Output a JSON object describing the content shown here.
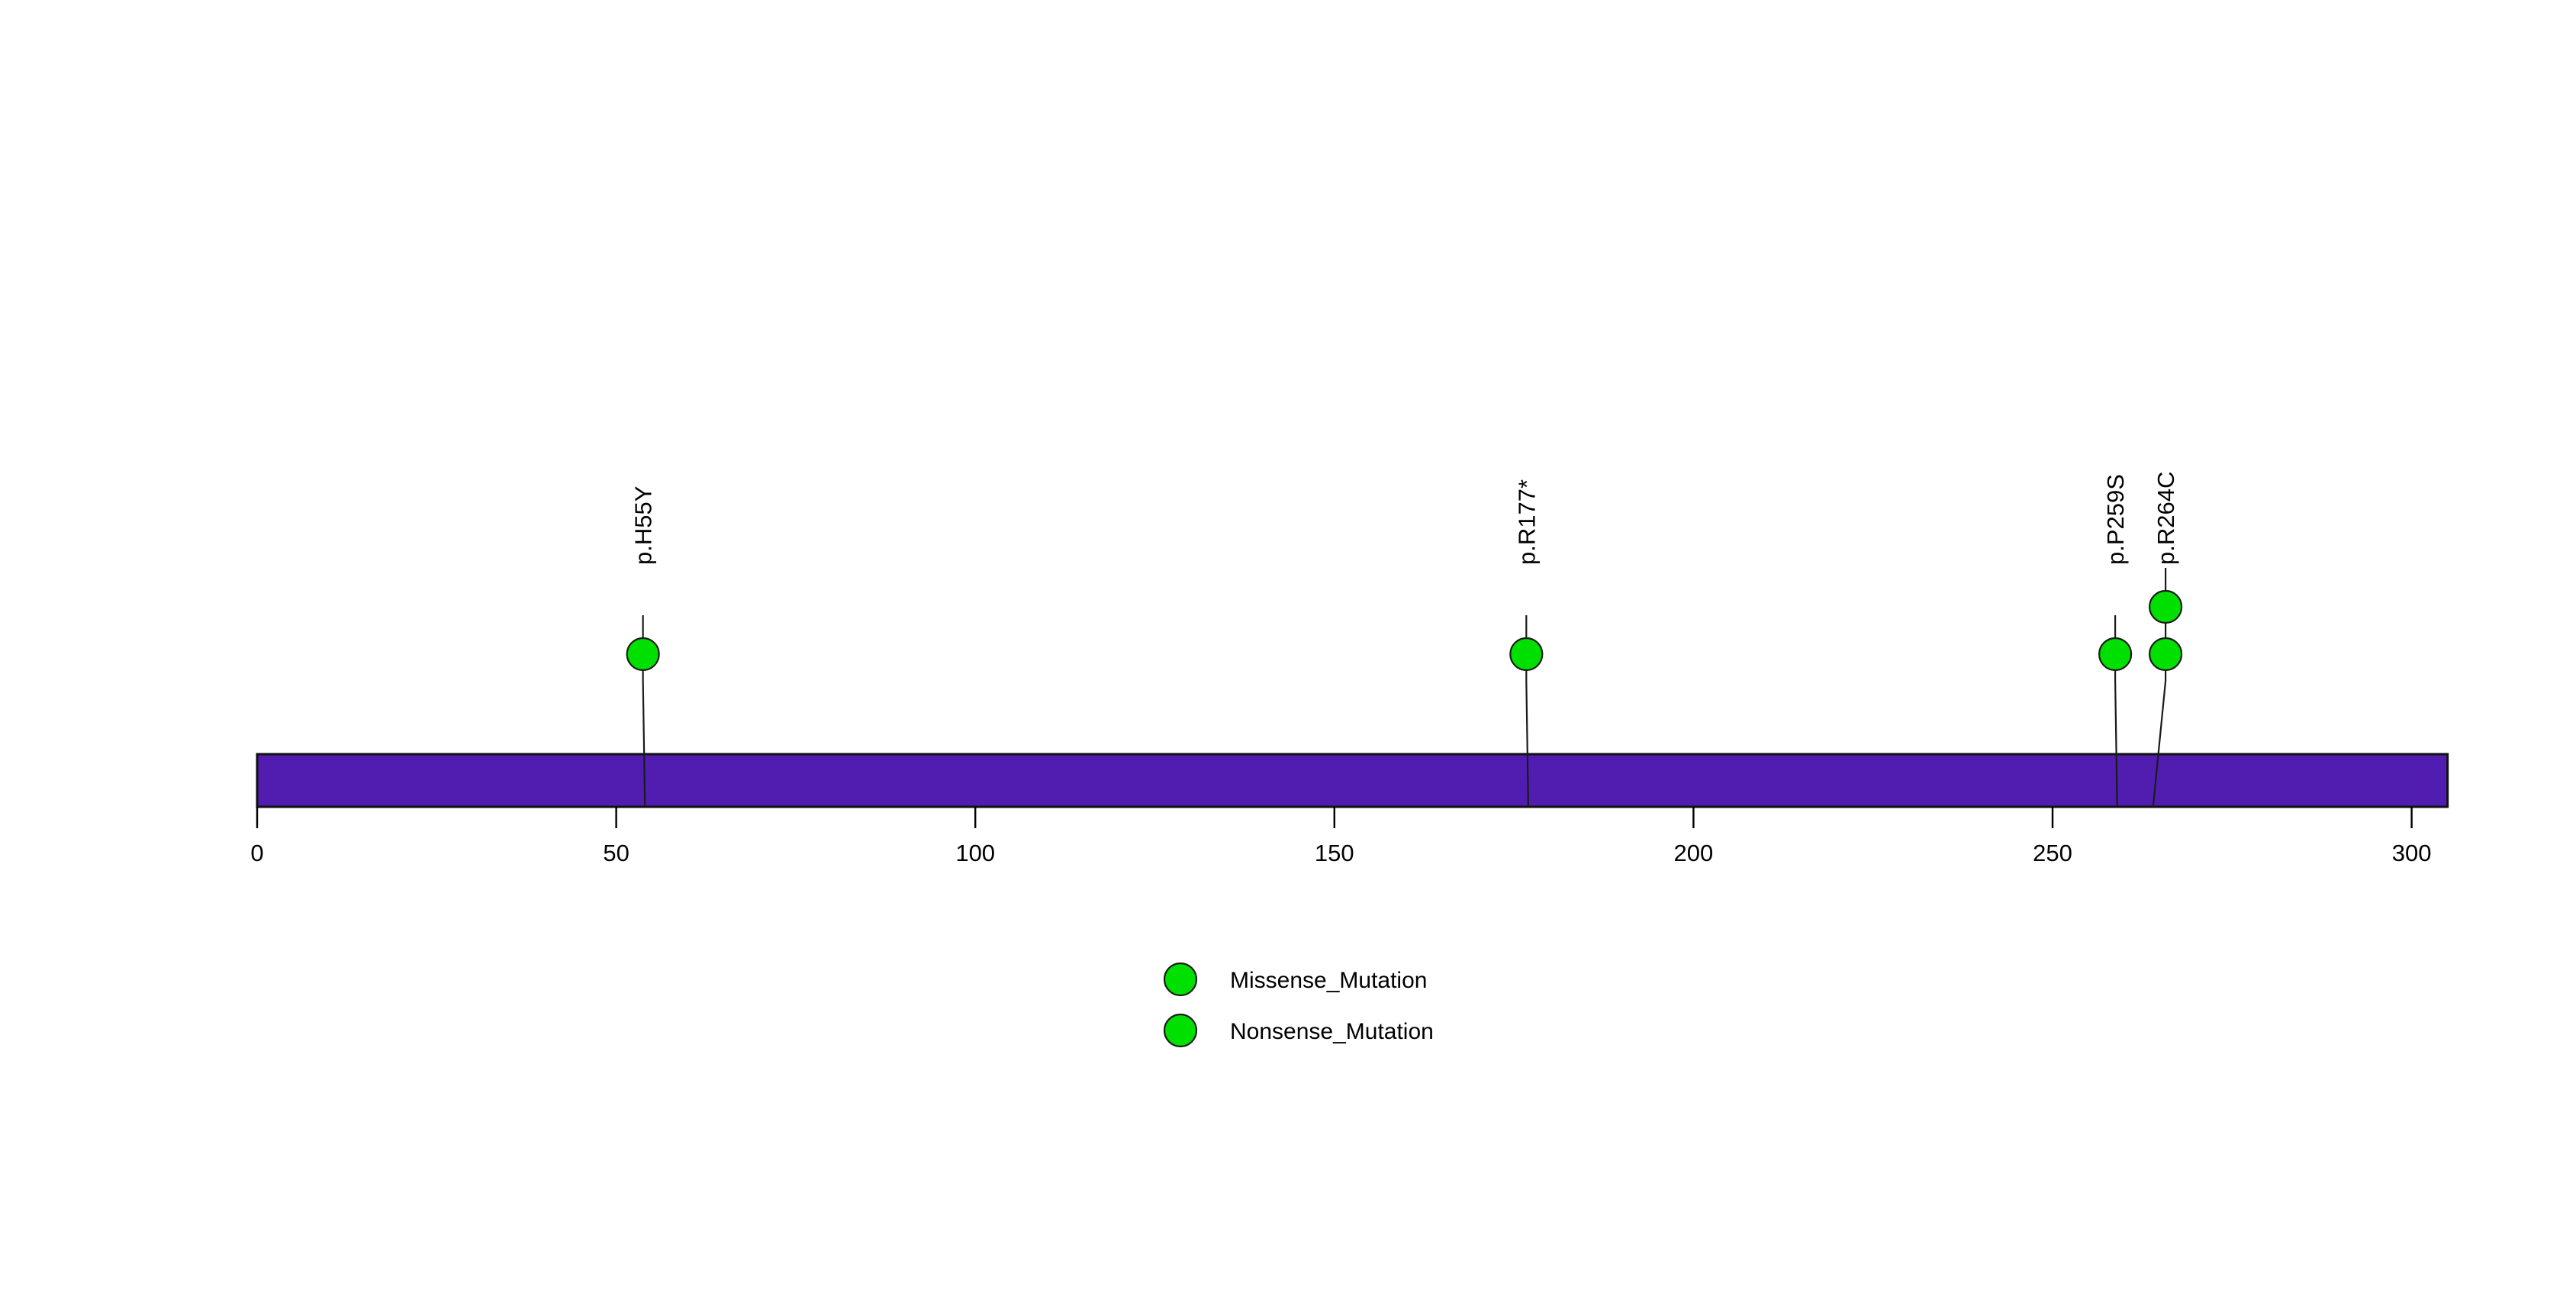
{
  "chart_data": {
    "type": "scatter",
    "plot_kind": "lollipop-mutation-diagram",
    "title": "",
    "xlabel": "",
    "ylabel": "",
    "xlim": [
      0,
      305
    ],
    "grid": false,
    "protein": {
      "length": 305,
      "bar_color": "#511DB0",
      "bar_start": 0,
      "bar_end": 305
    },
    "axis": {
      "ticks": [
        0,
        50,
        100,
        150,
        200,
        250,
        300
      ],
      "tick_labels": [
        "0",
        "50",
        "100",
        "150",
        "200",
        "250",
        "300"
      ]
    },
    "mutations": [
      {
        "label": "p.H55Y",
        "position": 54,
        "count": 1,
        "type": "Missense_Mutation",
        "color": "#00E000"
      },
      {
        "label": "p.R177*",
        "position": 177,
        "count": 1,
        "type": "Nonsense_Mutation",
        "color": "#00E000"
      },
      {
        "label": "p.P259S",
        "position": 259,
        "count": 1,
        "type": "Missense_Mutation",
        "color": "#00E000"
      },
      {
        "label": "p.R264C",
        "position": 264,
        "count": 2,
        "type": "Missense_Mutation",
        "color": "#00E000"
      }
    ],
    "legend": {
      "position": "bottom-center",
      "entries": [
        {
          "label": "Missense_Mutation",
          "color": "#00E000"
        },
        {
          "label": "Nonsense_Mutation",
          "color": "#00E000"
        }
      ]
    }
  }
}
